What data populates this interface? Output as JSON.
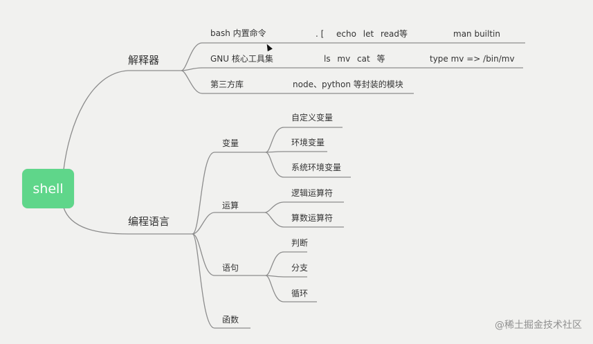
{
  "root": {
    "label": "shell"
  },
  "branches": {
    "interpreter": {
      "label": "解释器",
      "children": [
        {
          "label": "bash 内置命令",
          "details": [
            ". [",
            "echo let read等",
            "man builtin"
          ]
        },
        {
          "label": "GNU 核心工具集",
          "details": [
            "ls mv cat 等",
            "type mv => /bin/mv"
          ]
        },
        {
          "label": "第三方库",
          "details": [
            "node、python 等封装的模块"
          ]
        }
      ]
    },
    "language": {
      "label": "编程语言",
      "children": [
        {
          "label": "变量",
          "children": [
            "自定义变量",
            "环境变量",
            "系统环境变量"
          ]
        },
        {
          "label": "运算",
          "children": [
            "逻辑运算符",
            "算数运算符"
          ]
        },
        {
          "label": "语句",
          "children": [
            "判断",
            "分支",
            "循环"
          ]
        },
        {
          "label": "函数",
          "children": []
        }
      ]
    }
  },
  "watermark": "@稀土掘金技术社区",
  "colors": {
    "root_fill": "#5fd68a",
    "line": "#8c8c8c",
    "background": "#f1f1ef"
  }
}
